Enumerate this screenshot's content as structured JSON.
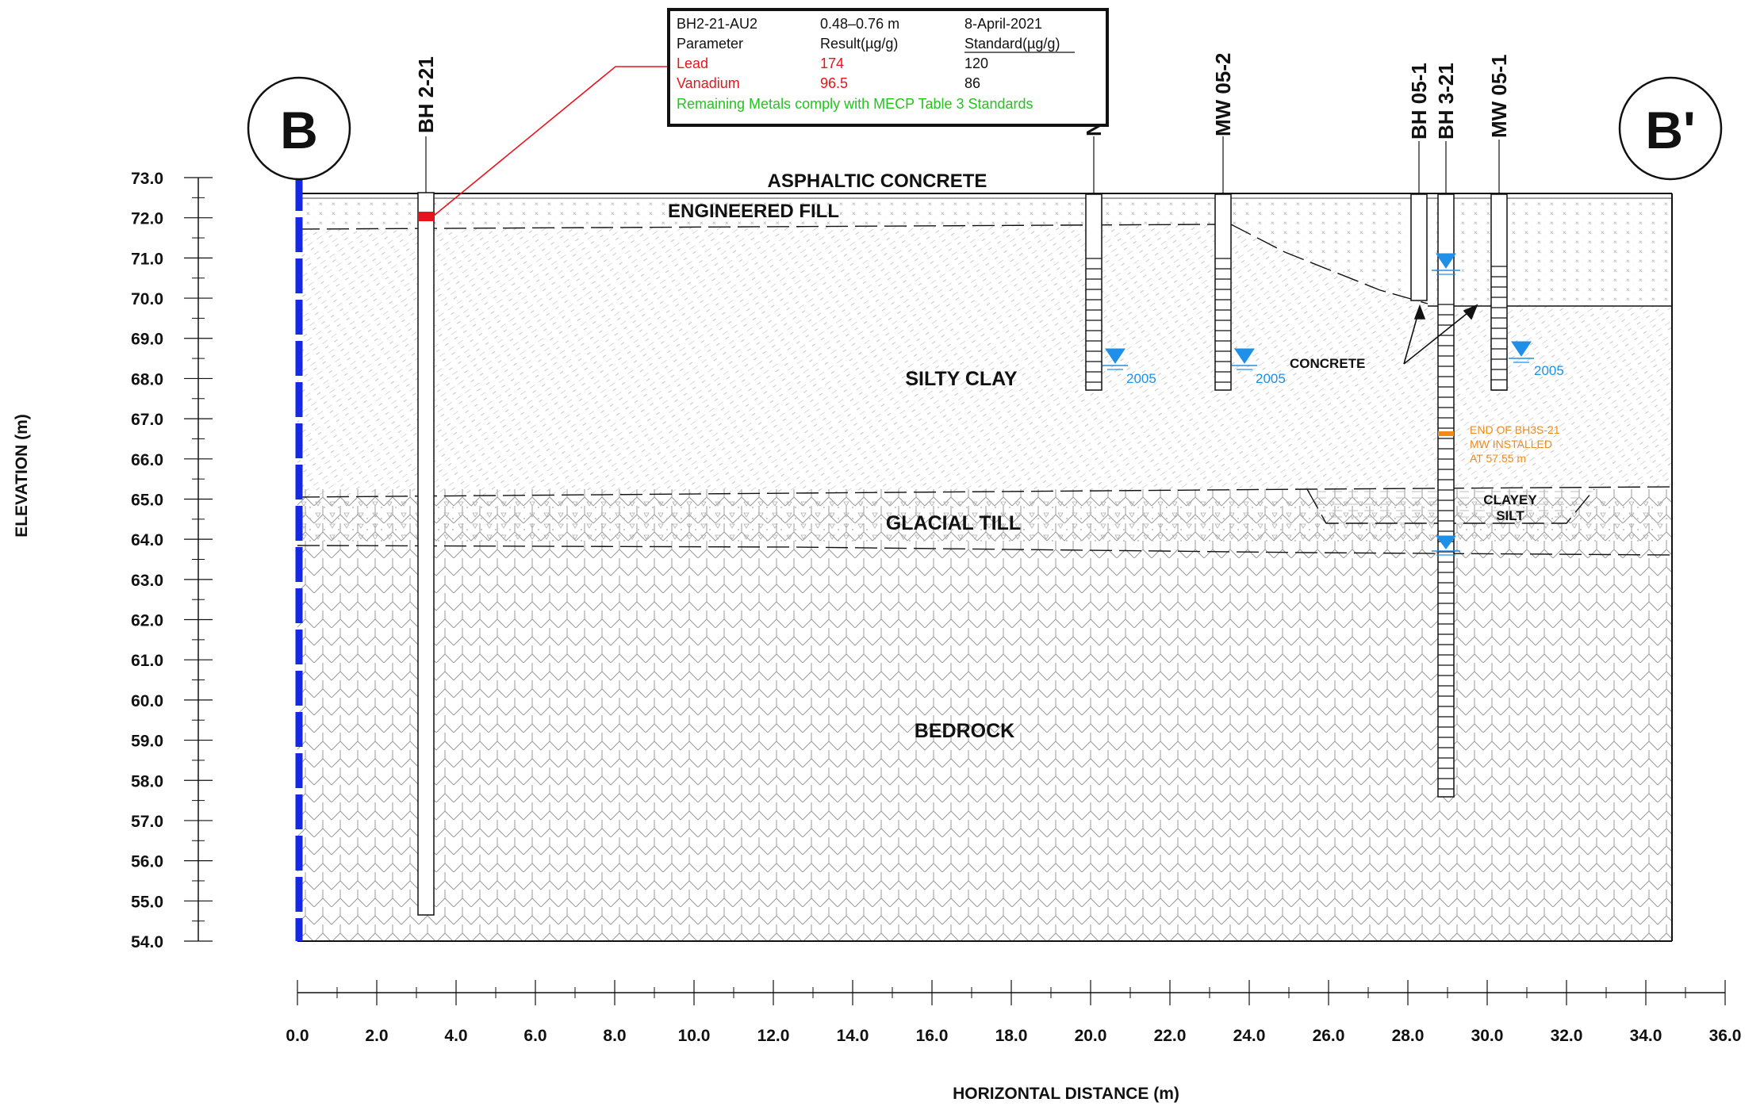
{
  "axes": {
    "y_label": "ELEVATION (m)",
    "x_label": "HORIZONTAL DISTANCE (m)",
    "y_ticks": [
      "73.0",
      "72.0",
      "71.0",
      "70.0",
      "69.0",
      "68.0",
      "67.0",
      "66.0",
      "65.0",
      "64.0",
      "63.0",
      "62.0",
      "61.0",
      "60.0",
      "59.0",
      "58.0",
      "57.0",
      "56.0",
      "55.0",
      "54.0"
    ],
    "x_ticks": [
      "0.0",
      "2.0",
      "4.0",
      "6.0",
      "8.0",
      "10.0",
      "12.0",
      "14.0",
      "16.0",
      "18.0",
      "20.0",
      "22.0",
      "24.0",
      "26.0",
      "28.0",
      "30.0",
      "32.0",
      "34.0",
      "36.0"
    ],
    "y_range": [
      54,
      73
    ],
    "x_range": [
      0,
      36
    ]
  },
  "section": {
    "start_marker": "B",
    "end_marker": "B'"
  },
  "layers": {
    "asphalt": "ASPHALTIC CONCRETE",
    "fill": "ENGINEERED FILL",
    "silty_clay": "SILTY CLAY",
    "clayey_silt_1": "CLAYEY",
    "clayey_silt_2": "SILT",
    "glacial_till": "GLACIAL TILL",
    "bedrock": "BEDROCK",
    "concrete": "CONCRETE"
  },
  "boreholes": {
    "bh2_21": "BH 2-21",
    "mw05_2": "MW 05-2",
    "bh05_1": "BH 05-1",
    "bh3_21": "BH 3-21",
    "mw05_1": "MW 05-1",
    "partial_label": "N"
  },
  "water_levels": {
    "year_1": "2005",
    "year_2": "2005",
    "year_3": "2005"
  },
  "note": {
    "line1": "END OF BH3S-21",
    "line2": "MW INSTALLED",
    "line3": "AT 57.55 m"
  },
  "callout": {
    "sample_id": "BH2-21-AU2",
    "depth": "0.48–0.76 m",
    "date": "8-April-2021",
    "col_parameter": "Parameter",
    "col_result": "Result(µg/g)",
    "col_standard": "Standard(µg/g)",
    "row1_param": "Lead",
    "row1_result": "174",
    "row1_standard": "120",
    "row2_param": "Vanadium",
    "row2_result": "96.5",
    "row2_standard": "86",
    "footer": "Remaining Metals comply with MECP Table 3 Standards"
  },
  "colors": {
    "exceedance": "#e8141c",
    "compliant": "#22c41e",
    "water": "#1e90e8",
    "note": "#f08a1c",
    "section_line": "#1428e6"
  }
}
